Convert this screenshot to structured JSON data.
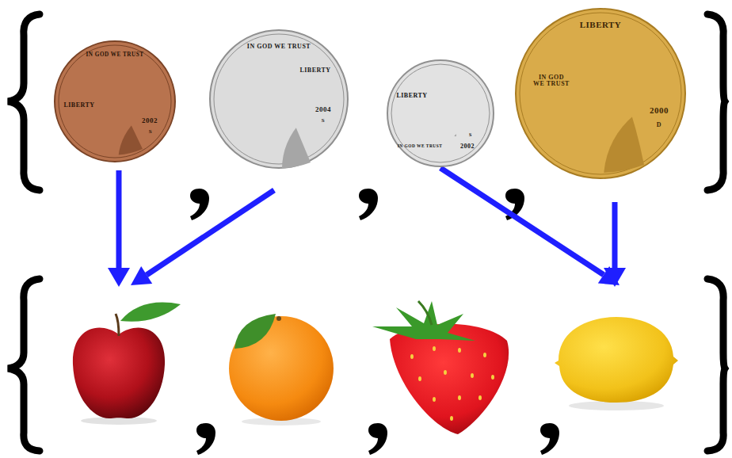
{
  "diagram": {
    "nodes": [
      {
        "text": [
          "IN GOD WE TRUST",
          "LIBERTY",
          "2002",
          "S"
        ]
      },
      {
        "text": [
          "IN GOD WE TRUST",
          "LIBERTY",
          "2004",
          "S"
        ]
      },
      {
        "text": [
          "LIBERTY",
          "IN GOD WE TRUST",
          "2002",
          "S"
        ]
      },
      {
        "text": [
          "LIBERTY",
          "IN GOD WE TRUST",
          "2000",
          "D"
        ]
      }
    ]
  }
}
